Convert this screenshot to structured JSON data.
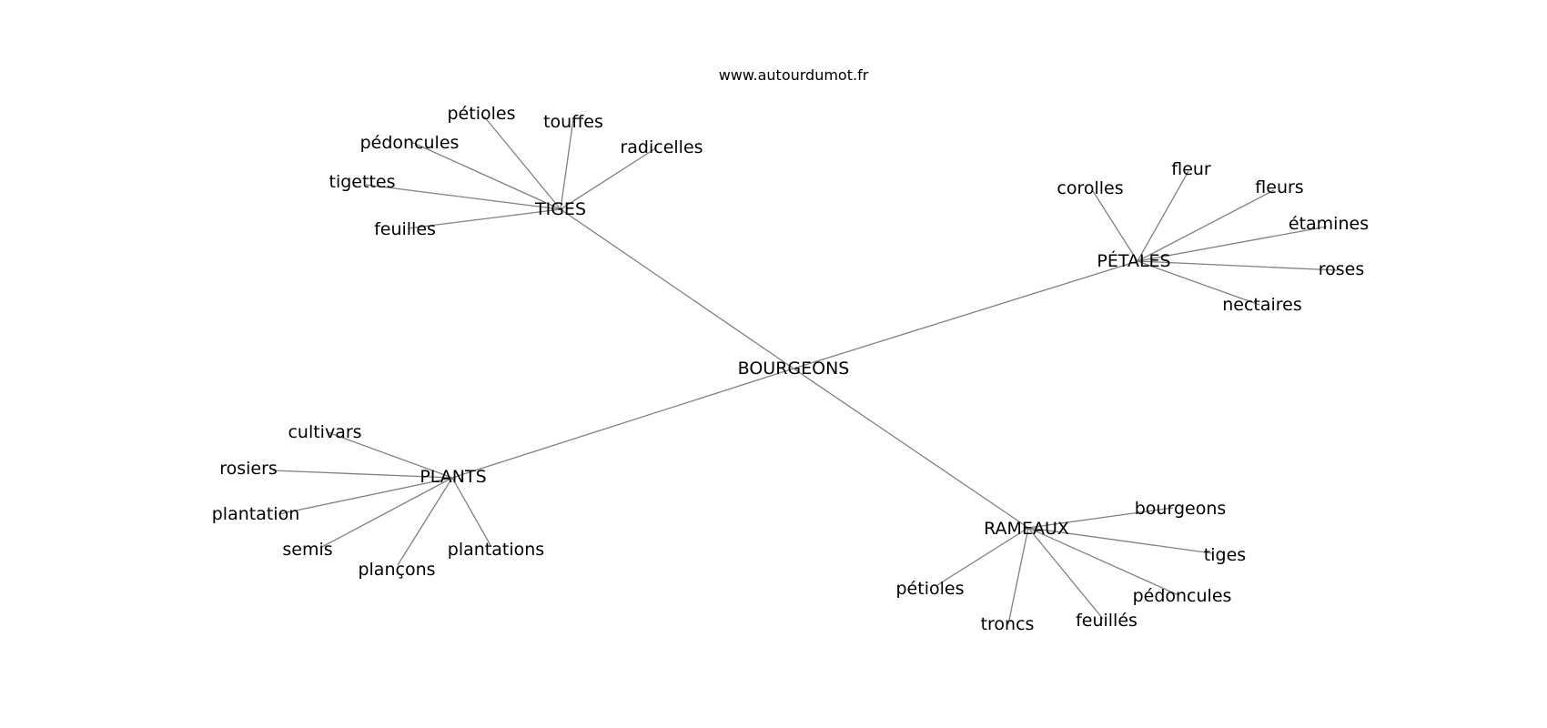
{
  "site": "www.autourdumot.fr",
  "root": "BOURGEONS",
  "branches": [
    {
      "label": "TIGES",
      "leaves": [
        "pétioles",
        "touffes",
        "radicelles",
        "pédoncules",
        "tigettes",
        "feuilles"
      ]
    },
    {
      "label": "PÉTALES",
      "leaves": [
        "corolles",
        "fleur",
        "fleurs",
        "étamines",
        "roses",
        "nectaires"
      ]
    },
    {
      "label": "PLANTS",
      "leaves": [
        "cultivars",
        "rosiers",
        "plantation",
        "semis",
        "plançons",
        "plantations"
      ]
    },
    {
      "label": "RAMEAUX",
      "leaves": [
        "bourgeons",
        "tiges",
        "pédoncules",
        "feuillés",
        "troncs",
        "pétioles"
      ]
    }
  ]
}
